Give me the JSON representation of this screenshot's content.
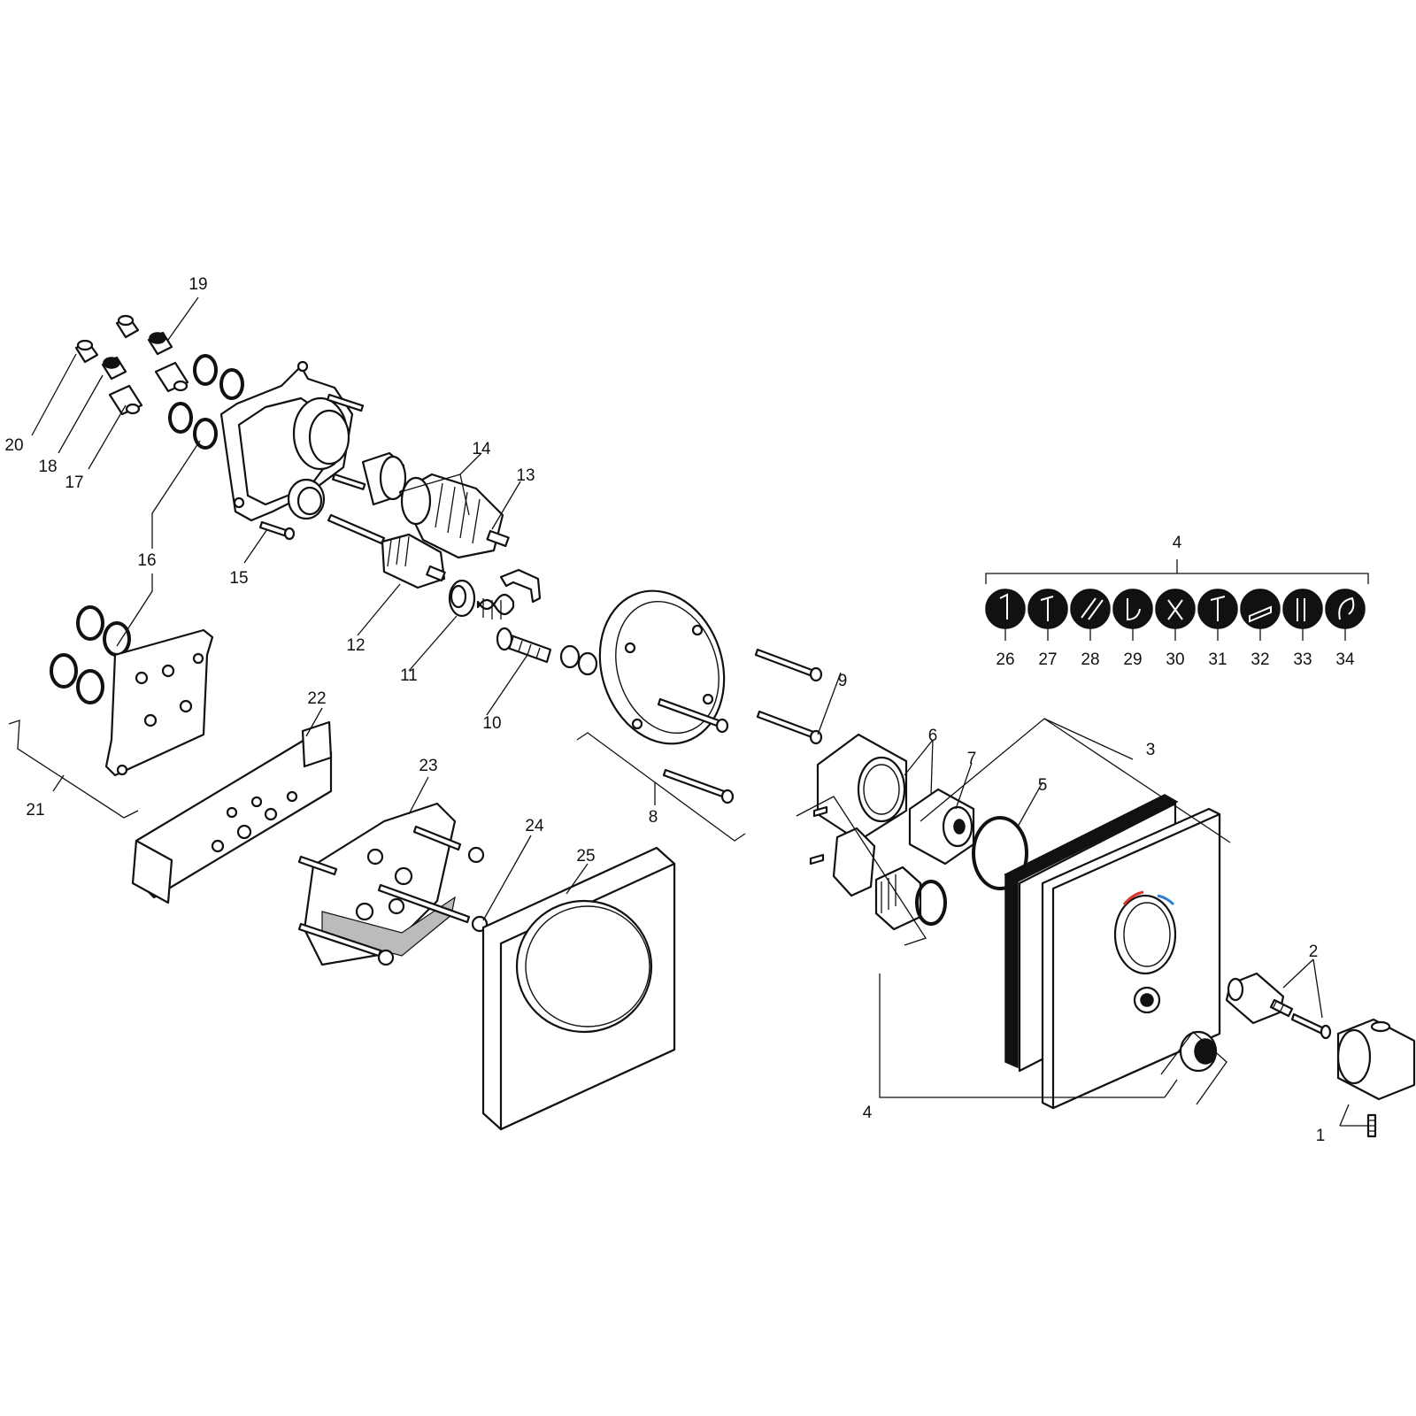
{
  "labels": [
    {
      "id": "1",
      "text": "1"
    },
    {
      "id": "2",
      "text": "2"
    },
    {
      "id": "3",
      "text": "3"
    },
    {
      "id": "4a",
      "text": "4"
    },
    {
      "id": "4b",
      "text": "4"
    },
    {
      "id": "5",
      "text": "5"
    },
    {
      "id": "6",
      "text": "6"
    },
    {
      "id": "7",
      "text": "7"
    },
    {
      "id": "8",
      "text": "8"
    },
    {
      "id": "9",
      "text": "9"
    },
    {
      "id": "10",
      "text": "10"
    },
    {
      "id": "11",
      "text": "11"
    },
    {
      "id": "12",
      "text": "12"
    },
    {
      "id": "13",
      "text": "13"
    },
    {
      "id": "14",
      "text": "14"
    },
    {
      "id": "15",
      "text": "15"
    },
    {
      "id": "16",
      "text": "16"
    },
    {
      "id": "17",
      "text": "17"
    },
    {
      "id": "18",
      "text": "18"
    },
    {
      "id": "19",
      "text": "19"
    },
    {
      "id": "20",
      "text": "20"
    },
    {
      "id": "21",
      "text": "21"
    },
    {
      "id": "22",
      "text": "22"
    },
    {
      "id": "23",
      "text": "23"
    },
    {
      "id": "24",
      "text": "24"
    },
    {
      "id": "25",
      "text": "25"
    },
    {
      "id": "26",
      "text": "26"
    },
    {
      "id": "27",
      "text": "27"
    },
    {
      "id": "28",
      "text": "28"
    },
    {
      "id": "29",
      "text": "29"
    },
    {
      "id": "30",
      "text": "30"
    },
    {
      "id": "31",
      "text": "31"
    },
    {
      "id": "32",
      "text": "32"
    },
    {
      "id": "33",
      "text": "33"
    },
    {
      "id": "34",
      "text": "34"
    }
  ],
  "colors": {
    "line": "#111111",
    "hot": "#d9342b",
    "cold": "#2f7fd1"
  }
}
